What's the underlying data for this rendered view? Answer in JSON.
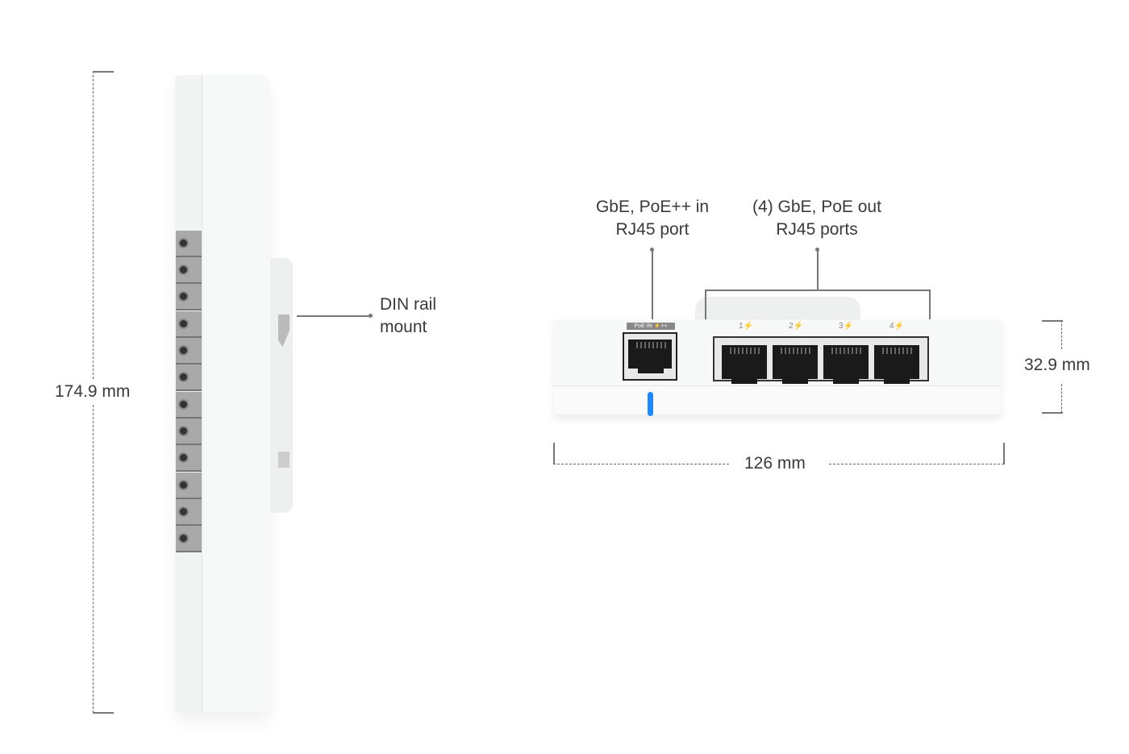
{
  "side_view": {
    "height_dimension": "174.9 mm",
    "din_rail_label_line1": "DIN rail",
    "din_rail_label_line2": "mount"
  },
  "front_view": {
    "poe_in_callout_line1": "GbE, PoE++ in",
    "poe_in_callout_line2": "RJ45 port",
    "poe_out_callout_line1": "(4) GbE, PoE out",
    "poe_out_callout_line2": "RJ45 ports",
    "poe_in_badge": "PoE IN ⚡++",
    "port_labels": [
      "1⚡",
      "2⚡",
      "3⚡",
      "4⚡"
    ],
    "depth_dimension": "32.9 mm",
    "width_dimension": "126 mm",
    "led_color": "#1e88ff"
  }
}
